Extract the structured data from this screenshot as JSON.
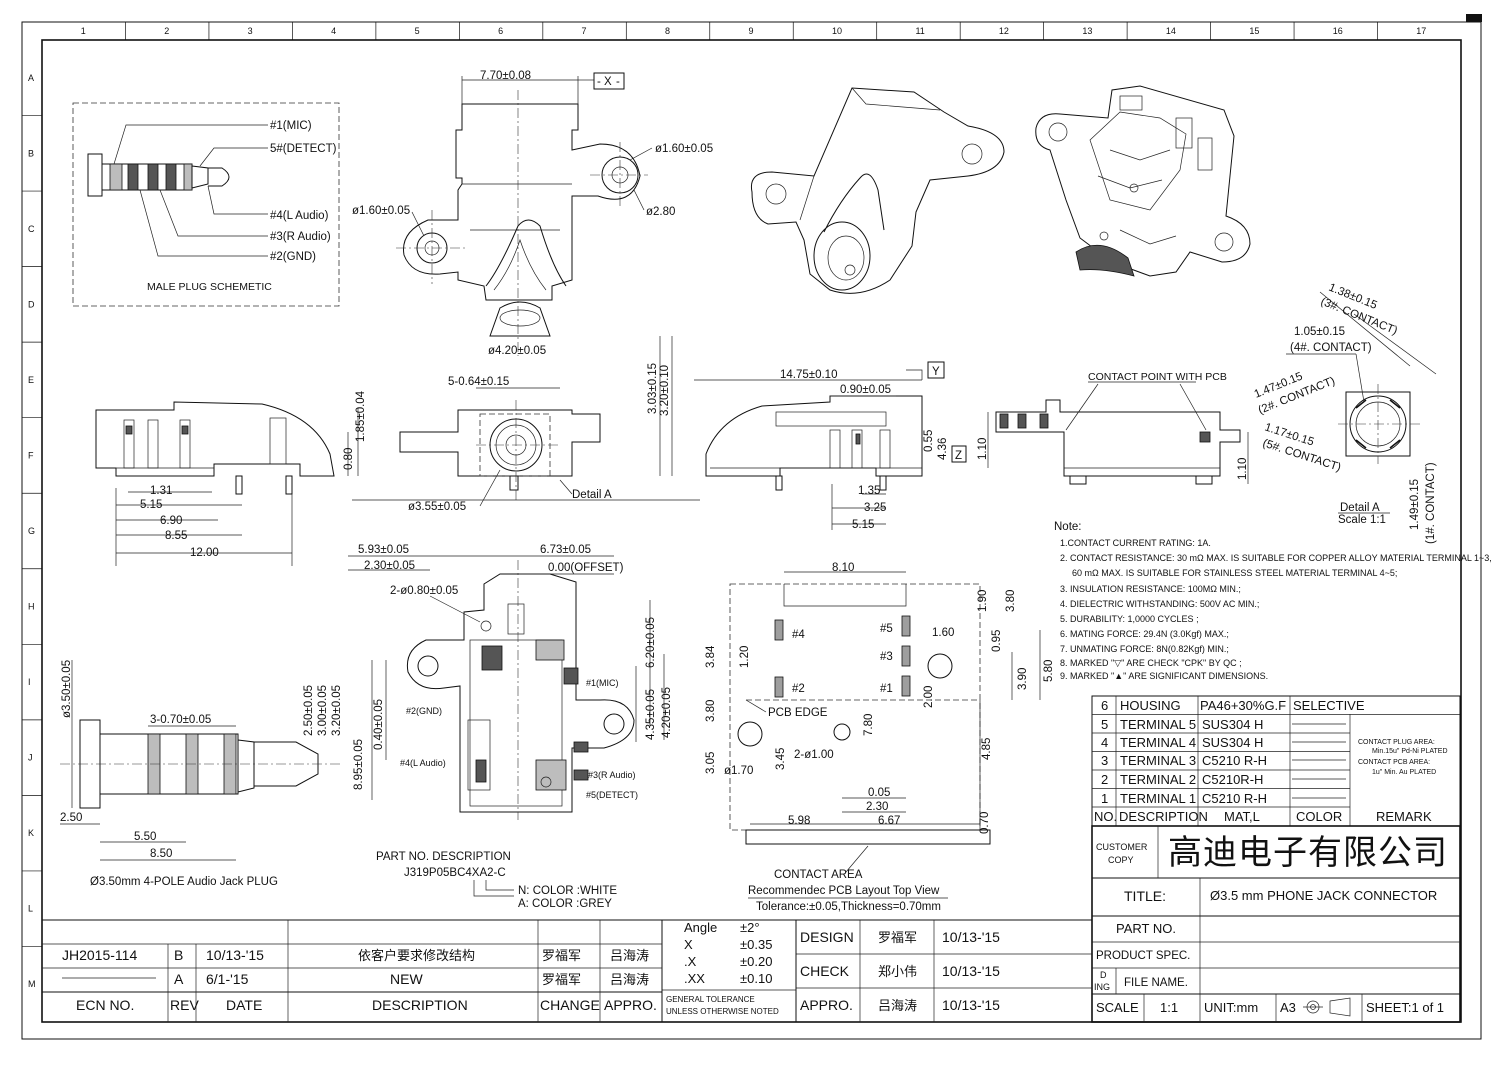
{
  "border": {
    "columns": [
      "1",
      "2",
      "3",
      "4",
      "5",
      "6",
      "7",
      "8",
      "9",
      "10",
      "11",
      "12",
      "13",
      "14",
      "15",
      "16",
      "17"
    ],
    "rows": [
      "A",
      "B",
      "C",
      "D",
      "E",
      "F",
      "G",
      "H",
      "I",
      "J",
      "K",
      "L",
      "M"
    ]
  },
  "male_plug": {
    "title": "MALE PLUG SCHEMETIC",
    "labels": [
      "#1(MIC)",
      "5#(DETECT)",
      "#4(L Audio)",
      "#3(R Audio)",
      "#2(GND)"
    ]
  },
  "top_view": {
    "dims": [
      "7.70±0.08",
      "ø1.60±0.05",
      "ø1.60±0.05",
      "ø2.80",
      "ø4.20±0.05"
    ],
    "datum_x": "X"
  },
  "side_views": {
    "dims_left": [
      "1.85±0.04",
      "0.80",
      "1.31",
      "5.15",
      "6.90",
      "8.55",
      "12.00"
    ],
    "dims_front": [
      "5-0.64±0.15",
      "ø3.55±0.05",
      "3.03±0.15",
      "3.20±0.10",
      "Detail A"
    ],
    "dims_right": [
      "14.75±0.10",
      "0.90±0.05",
      "0.55",
      "4.36",
      "1.35",
      "3.25",
      "5.15"
    ],
    "datum_y": "Y",
    "datum_z": "Z",
    "contact_label": "CONTACT POINT WITH PCB",
    "dims_end": [
      "1.10",
      "1.10"
    ]
  },
  "detail_a": {
    "callouts": [
      "1.38±0.15",
      "(3#. CONTACT)",
      "1.05±0.15",
      "(4#. CONTACT)",
      "1.47±0.15",
      "(2#. CONTACT)",
      "1.17±0.15",
      "(5#. CONTACT)",
      "1.49±0.15",
      "(1#. CONTACT)"
    ],
    "caption": "Detail A",
    "scale": "Scale  1:1"
  },
  "notes": {
    "heading": "Note:",
    "lines": [
      "1.CONTACT CURRENT RATING: 1A.",
      "2. CONTACT RESISTANCE: 30 mΩ MAX. IS SUITABLE  FOR  COPPER ALLOY MATERIAL TERMINAL 1~3,",
      "60 mΩ MAX. IS SUITABLE  FOR  STAINLESS STEEL  MATERIAL TERMINAL 4~5;",
      "3. INSULATION RESISTANCE: 100MΩ MIN.;",
      "4. DIELECTRIC WITHSTANDING: 500V AC MIN.;",
      "5. DURABILITY: 1,0000 CYCLES ;",
      "6. MATING FORCE: 29.4N (3.0Kgf) MAX.;",
      "7. UNMATING FORCE: 8N(0.82Kgf) MIN.;",
      "8.  MARKED \"▽\" ARE CHECK  \"CPK\"  BY QC ;",
      "9.  MARKED \"▲\" ARE  SIGNIFICANT DIMENSIONS."
    ]
  },
  "bottom_view": {
    "dims": [
      "5.93±0.05",
      "2.30±0.05",
      "2-ø0.80±0.05",
      "6.73±0.05",
      "0.00(OFFSET)",
      "6.20±0.05",
      "4.35±0.05",
      "4.20±0.05",
      "8.95±0.05",
      "0.40±0.05"
    ],
    "pins": [
      "#1(MIC)",
      "#2(GND)",
      "#4(L Audio)",
      "#3(R Audio)",
      "#5(DETECT)"
    ]
  },
  "pcb_layout": {
    "dims": [
      "8.10",
      "1.90",
      "3.80",
      "1.60",
      "0.95",
      "3.90",
      "5.80",
      "3.84",
      "1.20",
      "3.80",
      "2.00",
      "7.80",
      "2-ø1.00",
      "3.45",
      "3.05",
      "ø1.70",
      "4.85",
      "0.05",
      "2.30",
      "5.98",
      "6.67",
      "0.70"
    ],
    "pads": [
      "#4",
      "#2",
      "#5",
      "#3",
      "#1"
    ],
    "pcb_edge": "PCB EDGE",
    "contact_area": "CONTACT AREA",
    "title": "Recommendec PCB Layout Top View",
    "tolerance": "Tolerance:±0.05,Thickness=0.70mm"
  },
  "jack_plug": {
    "dims": [
      "ø3.50±0.05",
      "3-0.70±0.05",
      "2.50±0.05",
      "3.00±0.05",
      "3.20±0.05",
      "2.50",
      "5.50",
      "8.50"
    ],
    "caption": "Ø3.50mm  4-POLE Audio Jack PLUG"
  },
  "part_number": {
    "label": "PART  NO.  DESCRIPTION",
    "number": "J319P05BC4XA2-C",
    "option_n": "N:  COLOR  :WHITE",
    "option_a": "A:  COLOR  :GREY"
  },
  "bom": {
    "rows": [
      {
        "no": "6",
        "desc": "HOUSING",
        "mat": "PA46+30%G.F",
        "color": "SELECTIVE"
      },
      {
        "no": "5",
        "desc": "TERMINAL 5",
        "mat": "SUS304 H",
        "color": ""
      },
      {
        "no": "4",
        "desc": "TERMINAL 4",
        "mat": "SUS304 H",
        "color": ""
      },
      {
        "no": "3",
        "desc": "TERMINAL 3",
        "mat": "C5210 R-H",
        "color": ""
      },
      {
        "no": "2",
        "desc": "TERMINAL 2",
        "mat": "C5210R-H",
        "color": ""
      },
      {
        "no": "1",
        "desc": "TERMINAL 1",
        "mat": "C5210 R-H",
        "color": ""
      }
    ],
    "header": {
      "no": "NO.",
      "desc": "DESCRIPTION",
      "mat": "MAT,L",
      "color": "COLOR",
      "remark": "REMARK"
    },
    "remark_lines": [
      "CONTACT PLUG AREA:",
      "Min.15u\" Pd-Ni PLATED",
      "CONTACT PCB AREA:",
      "1u\" Min. Au PLATED"
    ]
  },
  "title_block": {
    "customer_label": "CUSTOMER",
    "customer_label2": "COPY",
    "company": "高迪电子有限公司",
    "title_label": "TITLE:",
    "title": "Ø3.5 mm PHONE JACK CONNECTOR",
    "part_no": "PART NO.",
    "product_spec": "PRODUCT SPEC.",
    "d_label": "D",
    "ing_label": "ING",
    "file_name": "FILE NAME.",
    "scale_label": "SCALE",
    "scale": "1:1",
    "unit": "UNIT:mm",
    "paper": "A3",
    "sheet": "SHEET:1 of 1"
  },
  "tolerance_block": {
    "rows": [
      {
        "label": "Angle",
        "val": "±2°"
      },
      {
        "label": "X",
        "val": "±0.35"
      },
      {
        "label": ".X",
        "val": "±0.20"
      },
      {
        "label": ".XX",
        "val": "±0.10"
      }
    ],
    "general": "GENERAL TOLERANCE",
    "unless": "UNLESS OTHERWISE NOTED"
  },
  "approval": {
    "rows": [
      {
        "role": "DESIGN",
        "name": "罗福军",
        "date": "10/13-'15"
      },
      {
        "role": "CHECK",
        "name": "郑小伟",
        "date": "10/13-'15"
      },
      {
        "role": "APPRO.",
        "name": "吕海涛",
        "date": "10/13-'15"
      }
    ]
  },
  "revisions": {
    "rows": [
      {
        "ecn": "JH2015-114",
        "rev": "B",
        "date": "10/13-'15",
        "desc": "依客户要求修改结构",
        "change": "罗福军",
        "appro": "吕海涛"
      },
      {
        "ecn": "",
        "rev": "A",
        "date": "6/1-'15",
        "desc": "NEW",
        "change": "罗福军",
        "appro": "吕海涛"
      }
    ],
    "header": {
      "ecn": "ECN NO.",
      "rev": "REV",
      "date": "DATE",
      "desc": "DESCRIPTION",
      "change": "CHANGE",
      "appro": "APPRO."
    }
  }
}
